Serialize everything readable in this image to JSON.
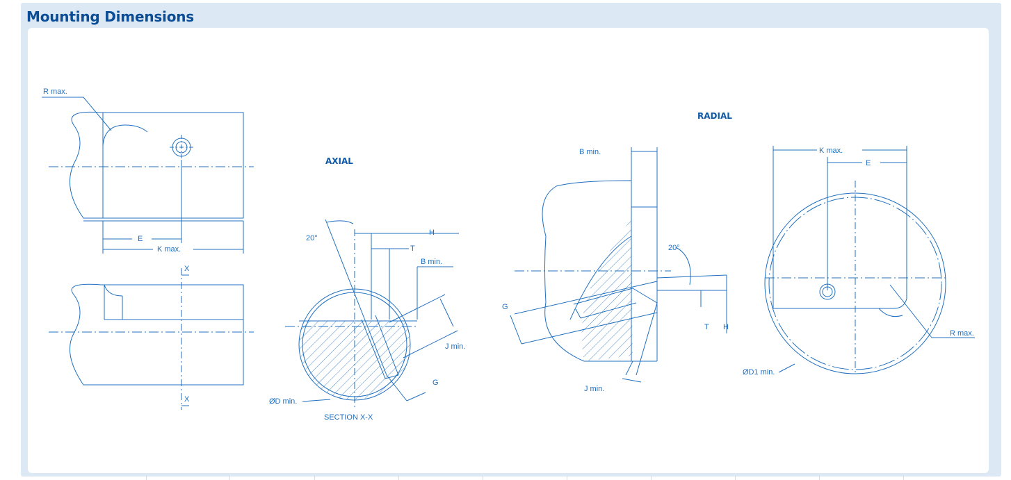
{
  "section": {
    "title": "Mounting Dimensions"
  },
  "colors": {
    "panel": "#dce9f5",
    "title": "#0a4d96",
    "line": "#1f6fbf",
    "heading": "#0e5aa7"
  },
  "axial": {
    "heading": "AXIAL",
    "labels": {
      "r_max": "R max.",
      "e": "E",
      "k_max": "K max.",
      "x_top": "X",
      "x_bottom": "X",
      "angle": "20°",
      "h": "H",
      "t": "T",
      "b_min": "B min.",
      "j_min": "J min.",
      "g": "G",
      "d_min": "ØD min.",
      "section": "SECTION X-X"
    }
  },
  "radial": {
    "heading": "RADIAL",
    "labels": {
      "b_min": "B min.",
      "angle": "20°",
      "g": "G",
      "t": "T",
      "h": "H",
      "j_min": "J min.",
      "k_max": "K max.",
      "e": "E",
      "r_max": "R max.",
      "d1_min": "ØD1 min."
    }
  }
}
